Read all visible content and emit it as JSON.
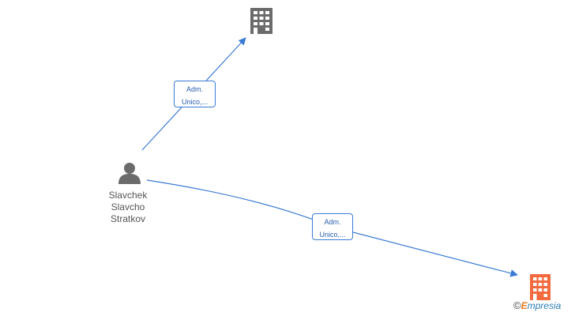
{
  "diagram": {
    "nodes": [
      {
        "id": "company-1",
        "type": "company",
        "label_lines": [],
        "color": "#6b6b6b"
      },
      {
        "id": "person-1",
        "type": "person",
        "label_lines": [
          "Slavchek",
          "Slavcho",
          "Stratkov"
        ],
        "color": "#6b6b6b"
      },
      {
        "id": "company-2",
        "type": "company",
        "label_lines": [],
        "color": "#f26a3d"
      }
    ],
    "edges": [
      {
        "from": "person-1",
        "to": "company-1",
        "label_lines": [
          "Adm.",
          "Unico,..."
        ]
      },
      {
        "from": "person-1",
        "to": "company-2",
        "label_lines": [
          "Adm.",
          "Unico,..."
        ]
      }
    ],
    "edge_color": "#3a7bd5"
  },
  "watermark": {
    "copyright": "©",
    "brand_initial": "E",
    "brand_rest": "mpresia"
  }
}
